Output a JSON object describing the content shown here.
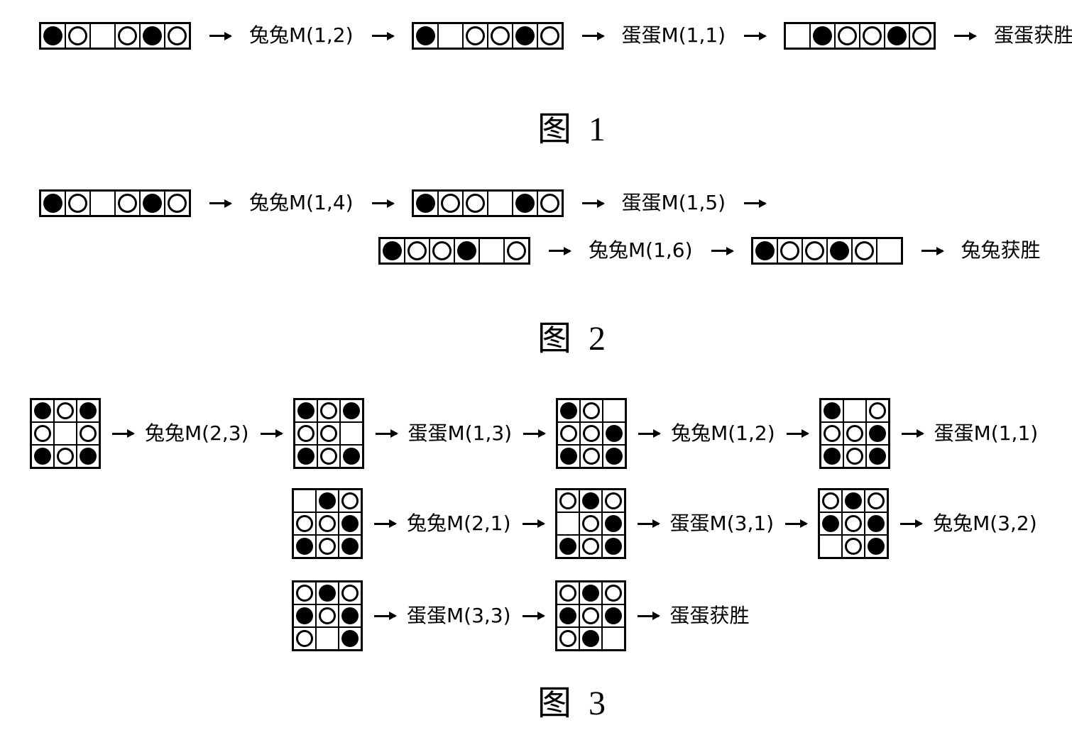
{
  "legend": {
    "black_piece_glyph": "●",
    "white_piece_glyph": "○",
    "line_color": "#000000",
    "background_color": "#ffffff"
  },
  "figures": [
    {
      "caption": "图  1",
      "rows": [
        {
          "items": [
            {
              "type": "board",
              "cols": 6,
              "cells": [
                "black",
                "white",
                "",
                "white",
                "black",
                "white"
              ]
            },
            {
              "type": "arrow"
            },
            {
              "type": "label",
              "text": "兔兔M(1,2)"
            },
            {
              "type": "arrow"
            },
            {
              "type": "board",
              "cols": 6,
              "cells": [
                "black",
                "",
                "white",
                "white",
                "black",
                "white"
              ]
            },
            {
              "type": "arrow"
            },
            {
              "type": "label",
              "text": "蛋蛋M(1,1)"
            },
            {
              "type": "arrow"
            },
            {
              "type": "board",
              "cols": 6,
              "cells": [
                "",
                "black",
                "white",
                "white",
                "black",
                "white"
              ]
            },
            {
              "type": "arrow"
            },
            {
              "type": "label",
              "text": "蛋蛋获胜"
            }
          ]
        }
      ]
    },
    {
      "caption": "图  2",
      "rows": [
        {
          "items": [
            {
              "type": "board",
              "cols": 6,
              "cells": [
                "black",
                "white",
                "",
                "white",
                "black",
                "white"
              ]
            },
            {
              "type": "arrow"
            },
            {
              "type": "label",
              "text": "兔兔M(1,4)"
            },
            {
              "type": "arrow"
            },
            {
              "type": "board",
              "cols": 6,
              "cells": [
                "black",
                "white",
                "white",
                "",
                "black",
                "white"
              ]
            },
            {
              "type": "arrow"
            },
            {
              "type": "label",
              "text": "蛋蛋M(1,5)"
            },
            {
              "type": "arrow"
            }
          ]
        },
        {
          "items": [
            {
              "type": "board",
              "cols": 6,
              "cells": [
                "black",
                "white",
                "white",
                "black",
                "",
                "white"
              ]
            },
            {
              "type": "arrow"
            },
            {
              "type": "label",
              "text": "兔兔M(1,6)"
            },
            {
              "type": "arrow"
            },
            {
              "type": "board",
              "cols": 6,
              "cells": [
                "black",
                "white",
                "white",
                "black",
                "white",
                ""
              ]
            },
            {
              "type": "arrow"
            },
            {
              "type": "label",
              "text": "兔兔获胜"
            }
          ]
        }
      ]
    },
    {
      "caption": "图  3",
      "rows": [
        {
          "items": [
            {
              "type": "board",
              "cols": 3,
              "cells": [
                "black",
                "white",
                "black",
                "white",
                "",
                "white",
                "black",
                "white",
                "black"
              ]
            },
            {
              "type": "arrow"
            },
            {
              "type": "label",
              "text": "兔兔M(2,3)"
            },
            {
              "type": "arrow"
            },
            {
              "type": "board",
              "cols": 3,
              "cells": [
                "black",
                "white",
                "black",
                "white",
                "white",
                "",
                "black",
                "white",
                "black"
              ]
            },
            {
              "type": "arrow"
            },
            {
              "type": "label",
              "text": "蛋蛋M(1,3)"
            },
            {
              "type": "arrow"
            },
            {
              "type": "board",
              "cols": 3,
              "cells": [
                "black",
                "white",
                "",
                "white",
                "white",
                "black",
                "black",
                "white",
                "black"
              ]
            },
            {
              "type": "arrow"
            },
            {
              "type": "label",
              "text": "兔兔M(1,2)"
            },
            {
              "type": "arrow"
            },
            {
              "type": "board",
              "cols": 3,
              "cells": [
                "black",
                "",
                "white",
                "white",
                "white",
                "black",
                "black",
                "white",
                "black"
              ]
            },
            {
              "type": "arrow"
            },
            {
              "type": "label",
              "text": "蛋蛋M(1,1)"
            }
          ]
        },
        {
          "items": [
            {
              "type": "board",
              "cols": 3,
              "cells": [
                "",
                "black",
                "white",
                "white",
                "white",
                "black",
                "black",
                "white",
                "black"
              ]
            },
            {
              "type": "arrow"
            },
            {
              "type": "label",
              "text": "兔兔M(2,1)"
            },
            {
              "type": "arrow"
            },
            {
              "type": "board",
              "cols": 3,
              "cells": [
                "white",
                "black",
                "white",
                "",
                "white",
                "black",
                "black",
                "white",
                "black"
              ]
            },
            {
              "type": "arrow"
            },
            {
              "type": "label",
              "text": "蛋蛋M(3,1)"
            },
            {
              "type": "arrow"
            },
            {
              "type": "board",
              "cols": 3,
              "cells": [
                "white",
                "black",
                "white",
                "black",
                "white",
                "black",
                "",
                "white",
                "black"
              ]
            },
            {
              "type": "arrow"
            },
            {
              "type": "label",
              "text": "兔兔M(3,2)"
            }
          ]
        },
        {
          "items": [
            {
              "type": "board",
              "cols": 3,
              "cells": [
                "white",
                "black",
                "white",
                "black",
                "white",
                "black",
                "white",
                "",
                "black"
              ]
            },
            {
              "type": "arrow"
            },
            {
              "type": "label",
              "text": "蛋蛋M(3,3)"
            },
            {
              "type": "arrow"
            },
            {
              "type": "board",
              "cols": 3,
              "cells": [
                "white",
                "black",
                "white",
                "black",
                "white",
                "black",
                "white",
                "black",
                ""
              ]
            },
            {
              "type": "arrow"
            },
            {
              "type": "label",
              "text": "蛋蛋获胜"
            }
          ]
        }
      ]
    }
  ]
}
